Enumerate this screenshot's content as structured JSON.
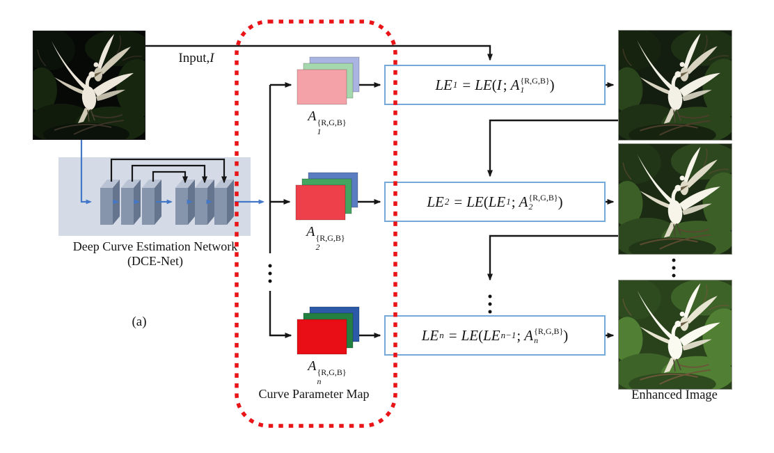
{
  "figure_caption": "(a)",
  "labels": {
    "input_prefix": "Input,",
    "input_var": "I",
    "dce_line1": "Deep Curve Estimation Network",
    "dce_line2": "(DCE-Net)",
    "curve_parameter_map": "Curve Parameter Map",
    "enhanced_image": "Enhanced Image"
  },
  "maps": [
    {
      "symbol": "A",
      "sup": "{R,G,B}",
      "sub": "1",
      "colors": {
        "front": "#f4a2a8",
        "mid": "#a6d8ae",
        "back": "#a9b4e2"
      }
    },
    {
      "symbol": "A",
      "sup": "{R,G,B}",
      "sub": "2",
      "colors": {
        "front": "#ee404a",
        "mid": "#43a55f",
        "back": "#5a7cc0"
      }
    },
    {
      "symbol": "A",
      "sup": "{R,G,B}",
      "sub": "n",
      "colors": {
        "front": "#e90d15",
        "mid": "#238041",
        "back": "#2c59a8"
      }
    }
  ],
  "equations": [
    {
      "lhs": "LE",
      "lhs_sub": "1",
      "equals": "=",
      "fn": "LE",
      "open": "(",
      "arg": "I",
      "arg_sub": "",
      "sep": ";",
      "map": "A",
      "map_sup": "{R,G,B}",
      "map_sub": "1",
      "close": ")"
    },
    {
      "lhs": "LE",
      "lhs_sub": "2",
      "equals": "=",
      "fn": "LE",
      "open": "(",
      "arg": "LE",
      "arg_sub": "1",
      "sep": ";",
      "map": "A",
      "map_sup": "{R,G,B}",
      "map_sub": "2",
      "close": ")"
    },
    {
      "lhs": "LE",
      "lhs_sub": "n",
      "equals": "=",
      "fn": "LE",
      "open": "(",
      "arg": "LE",
      "arg_sub": "n−1",
      "sep": ";",
      "map": "A",
      "map_sup": "{R,G,B}",
      "map_sub": "n",
      "close": ")"
    }
  ],
  "photos": [
    {
      "name": "input-image",
      "description": "dark low-light photo of two white egrets on branches",
      "palette": "--bg:#070907;--f1:#101b0c;--f2:#16260f;--f3:#0a120a;--w1:#ece7da;--w2:#cfc9b6;--br:#3a3226"
    },
    {
      "name": "enhanced-image-1",
      "description": "first enhancement iteration, slightly brighter",
      "palette": "--bg:#131d10;--f1:#1e3115;--f2:#2a451c;--f3:#16240f;--w1:#f3f0e5;--w2:#d9d4c2;--br:#4a3d2a"
    },
    {
      "name": "enhanced-image-2",
      "description": "intermediate enhancement, brighter greens",
      "palette": "--bg:#1c2c14;--f1:#2d481e;--f2:#3c5f27;--f3:#213616;--w1:#f7f5ea;--w2:#e0dbc9;--br:#5a4a30"
    },
    {
      "name": "enhanced-image-3",
      "description": "final enhanced image, vivid green foliage",
      "palette": "--bg:#29421c;--f1:#3e6329;--f2:#518034;--f3:#2d4b1e;--w1:#fbfaf1;--w2:#e9e5d3;--br:#6b5838"
    }
  ],
  "colors": {
    "red_dashed_box": "#e91418",
    "equation_box_border": "#74a9da",
    "flow_arrow_black": "#161616",
    "network_arrow_blue": "#4377c8",
    "dce_box_fill": "#d5dbe6",
    "conv_front": "#8694ac",
    "conv_top": "#b9c3d4",
    "conv_side": "#66758e"
  }
}
